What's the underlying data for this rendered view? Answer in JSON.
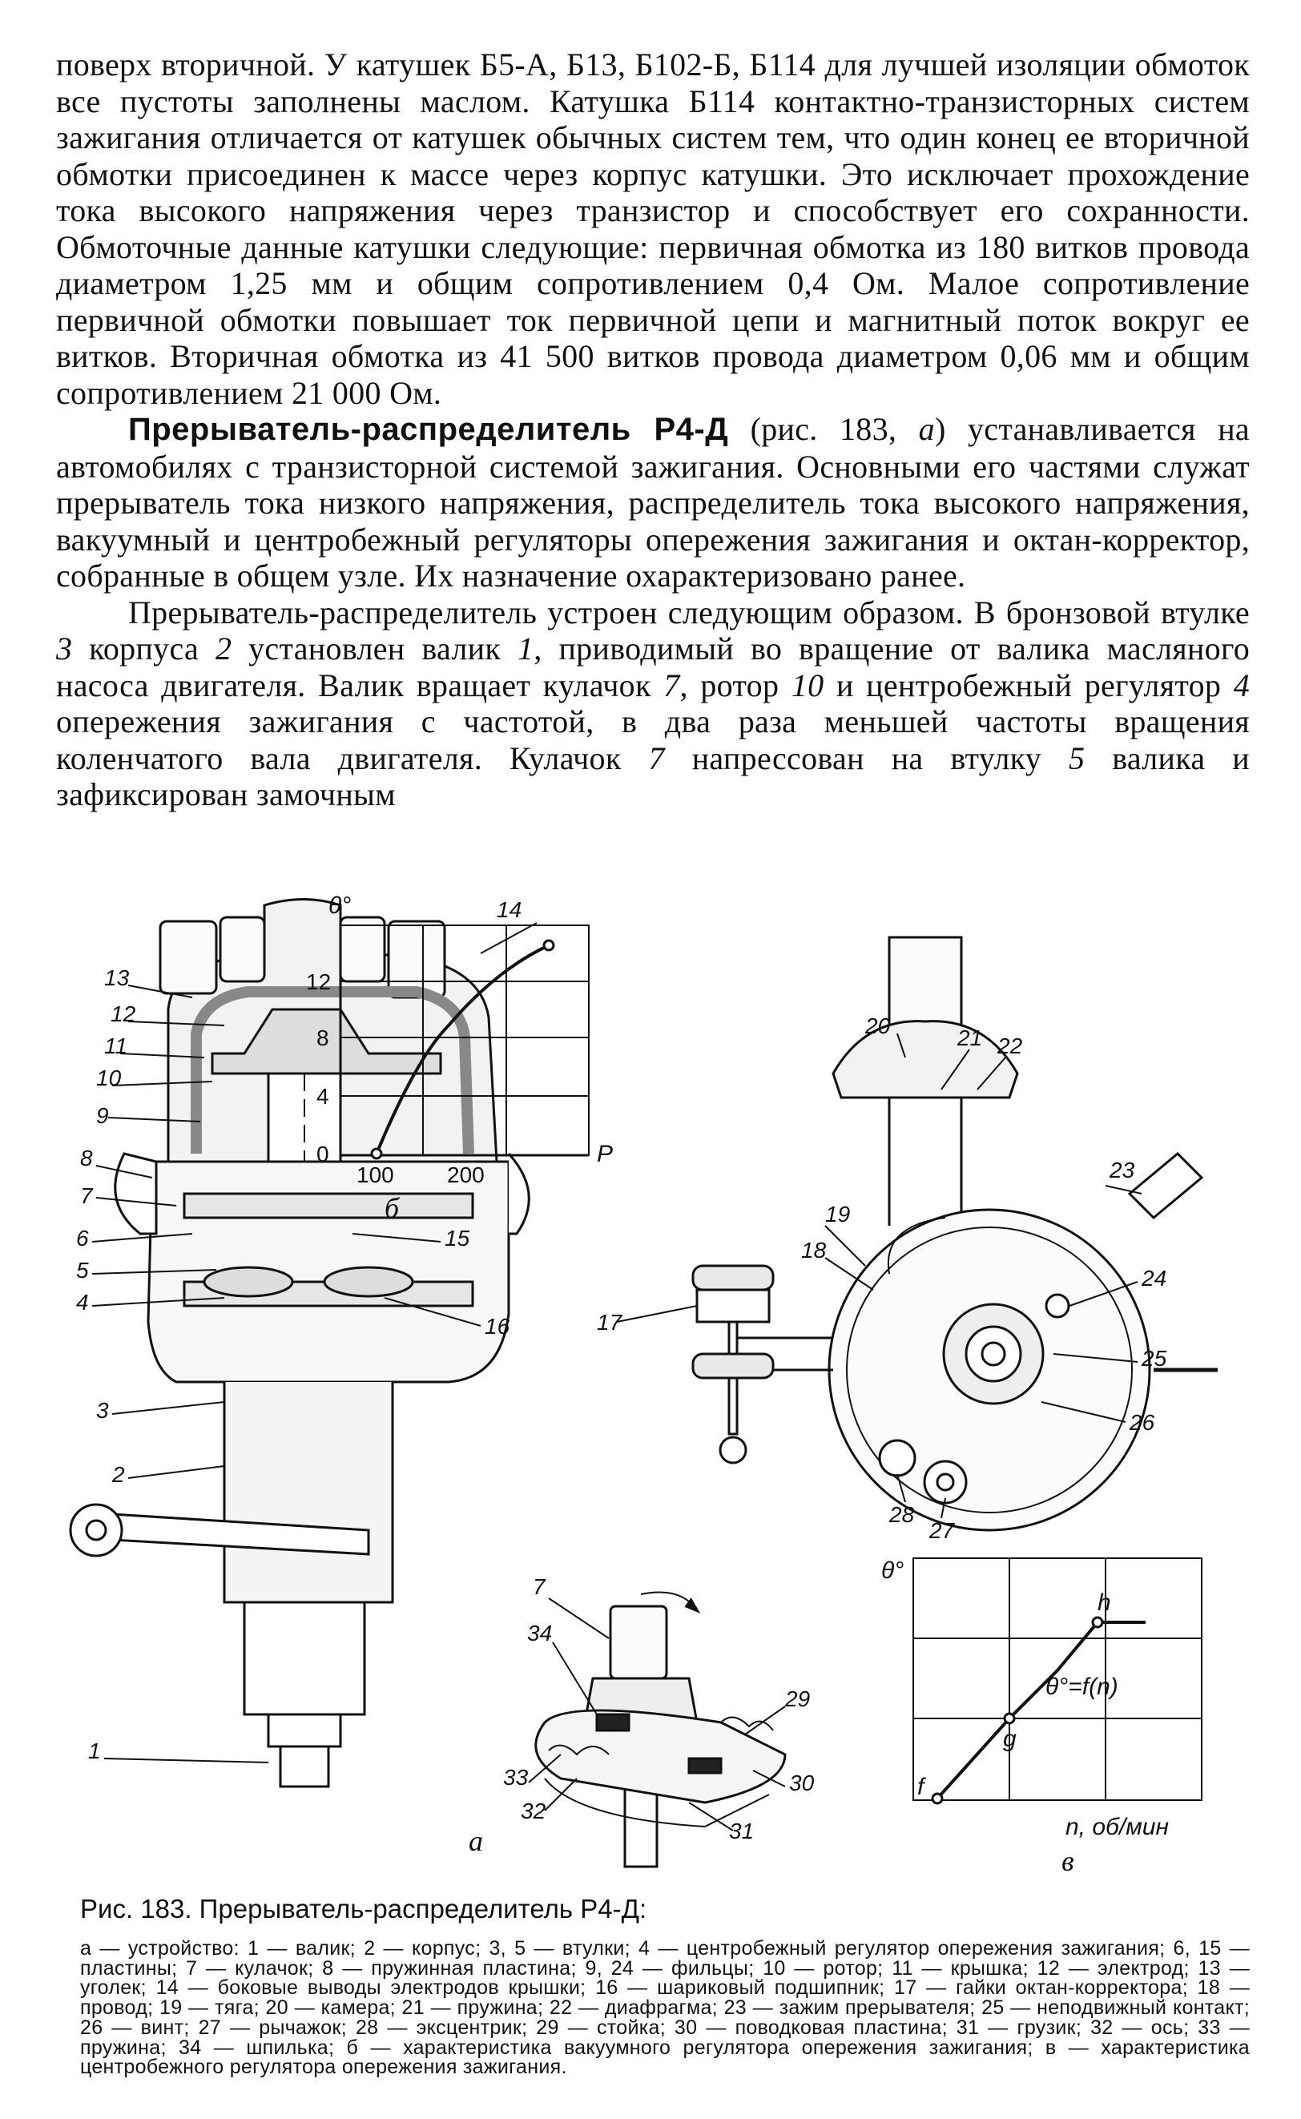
{
  "body": {
    "p1": "поверх вторичной. У катушек Б5-А, Б13, Б102-Б, Б114 для лучшей изоляции обмоток все пустоты заполнены маслом. Катушка Б114 контактно-транзисторных систем зажигания отличается от катушек обычных систем тем, что один конец ее вторичной обмотки присоединен к массе через корпус катушки. Это исключает прохождение тока высокого напряжения через транзистор и способствует его сохранности. Обмоточные данные катушки следующие: первичная обмотка из 180 витков провода диаметром 1,25 мм и общим сопротивлением 0,4 Ом. Малое сопротивление первичной обмотки повышает ток первичной цепи и магнитный поток вокруг ее витков. Вторичная обмотка из 41 500 витков провода диаметром 0,06 мм и общим сопротивлением 21 000 Ом.",
    "p2_bold": "Прерыватель-распределитель Р4-Д",
    "p2_a": " (рис. 183, ",
    "p2_a_ital": "а",
    "p2_rest": ") устанавливается на автомобилях с транзисторной системой зажигания. Основными его частями служат прерыватель тока низкого напряжения, распределитель тока высокого напряжения, вакуумный и центробежный регуляторы опережения зажигания и октан-корректор, собранные в общем узле. Их назначение охарактеризовано ранее.",
    "p3_s1": "Прерыватель-распределитель устроен следующим образом. В бронзовой втулке ",
    "p3_n3": "3",
    "p3_s2": " корпуса ",
    "p3_n2": "2",
    "p3_s3": " установлен валик ",
    "p3_n1": "1",
    "p3_s4": ", приводимый во вращение от валика масляного насоса двигателя. Валик вращает кулачок ",
    "p3_n7": "7",
    "p3_s5": ", ротор ",
    "p3_n10": "10",
    "p3_s6": " и центробежный регулятор ",
    "p3_n4": "4",
    "p3_s7": " опережения зажигания с частотой, в два раза меньшей частоты вращения коленчатого вала двигателя. Кулачок ",
    "p3_n7b": "7",
    "p3_s8": " напрессован на втулку ",
    "p3_n5": "5",
    "p3_s9": " валика и зафиксирован замочным"
  },
  "figure": {
    "callouts_left": [
      "14",
      "13",
      "12",
      "11",
      "10",
      "9",
      "8",
      "7",
      "6",
      "5",
      "4",
      "3",
      "2",
      "1",
      "15",
      "16"
    ],
    "callouts_right": [
      "20",
      "21",
      "22",
      "23",
      "19",
      "18",
      "17",
      "24",
      "25",
      "26",
      "27",
      "28"
    ],
    "callouts_bottom": [
      "7",
      "34",
      "29",
      "33",
      "32",
      "30",
      "31"
    ],
    "sub_a": "а",
    "sub_b": "б",
    "sub_v": "в",
    "graph_b": {
      "y_axis": "θ°",
      "x_axis": "P",
      "y_ticks": [
        "12",
        "8",
        "4",
        "0"
      ],
      "x_ticks": [
        "100",
        "200"
      ]
    },
    "graph_v": {
      "y_axis": "θ°",
      "x_axis": "n, об/мин",
      "formula": "θ°=f(n)",
      "points": [
        "f",
        "g",
        "h"
      ]
    }
  },
  "caption": {
    "title": "Рис. 183. Прерыватель-распределитель Р4-Д:",
    "text": "а — устройство: 1 — валик; 2 — корпус; 3, 5 — втулки; 4 — центробежный регулятор опережения зажигания; 6, 15 — пластины; 7 — кулачок; 8 — пружинная пластина; 9, 24 — фильцы; 10 — ротор; 11 — крышка; 12 — электрод; 13 — уголек; 14 — боковые выводы электродов крышки; 16 — шариковый подшипник; 17 — гайки октан-корректора; 18 — провод; 19 — тяга; 20 — камера; 21 — пружина; 22 — диафрагма; 23 — зажим прерывателя; 25 — неподвижный контакт; 26 — винт; 27 — рычажок; 28 — эксцентрик; 29 — стойка; 30 — поводковая пластина; 31 — грузик; 32 — ось; 33 — пружина; 34 — шпилька; б — характеристика вакуумного регулятора опережения зажигания; в — характеристика центробежного регулятора опережения зажигания."
  }
}
